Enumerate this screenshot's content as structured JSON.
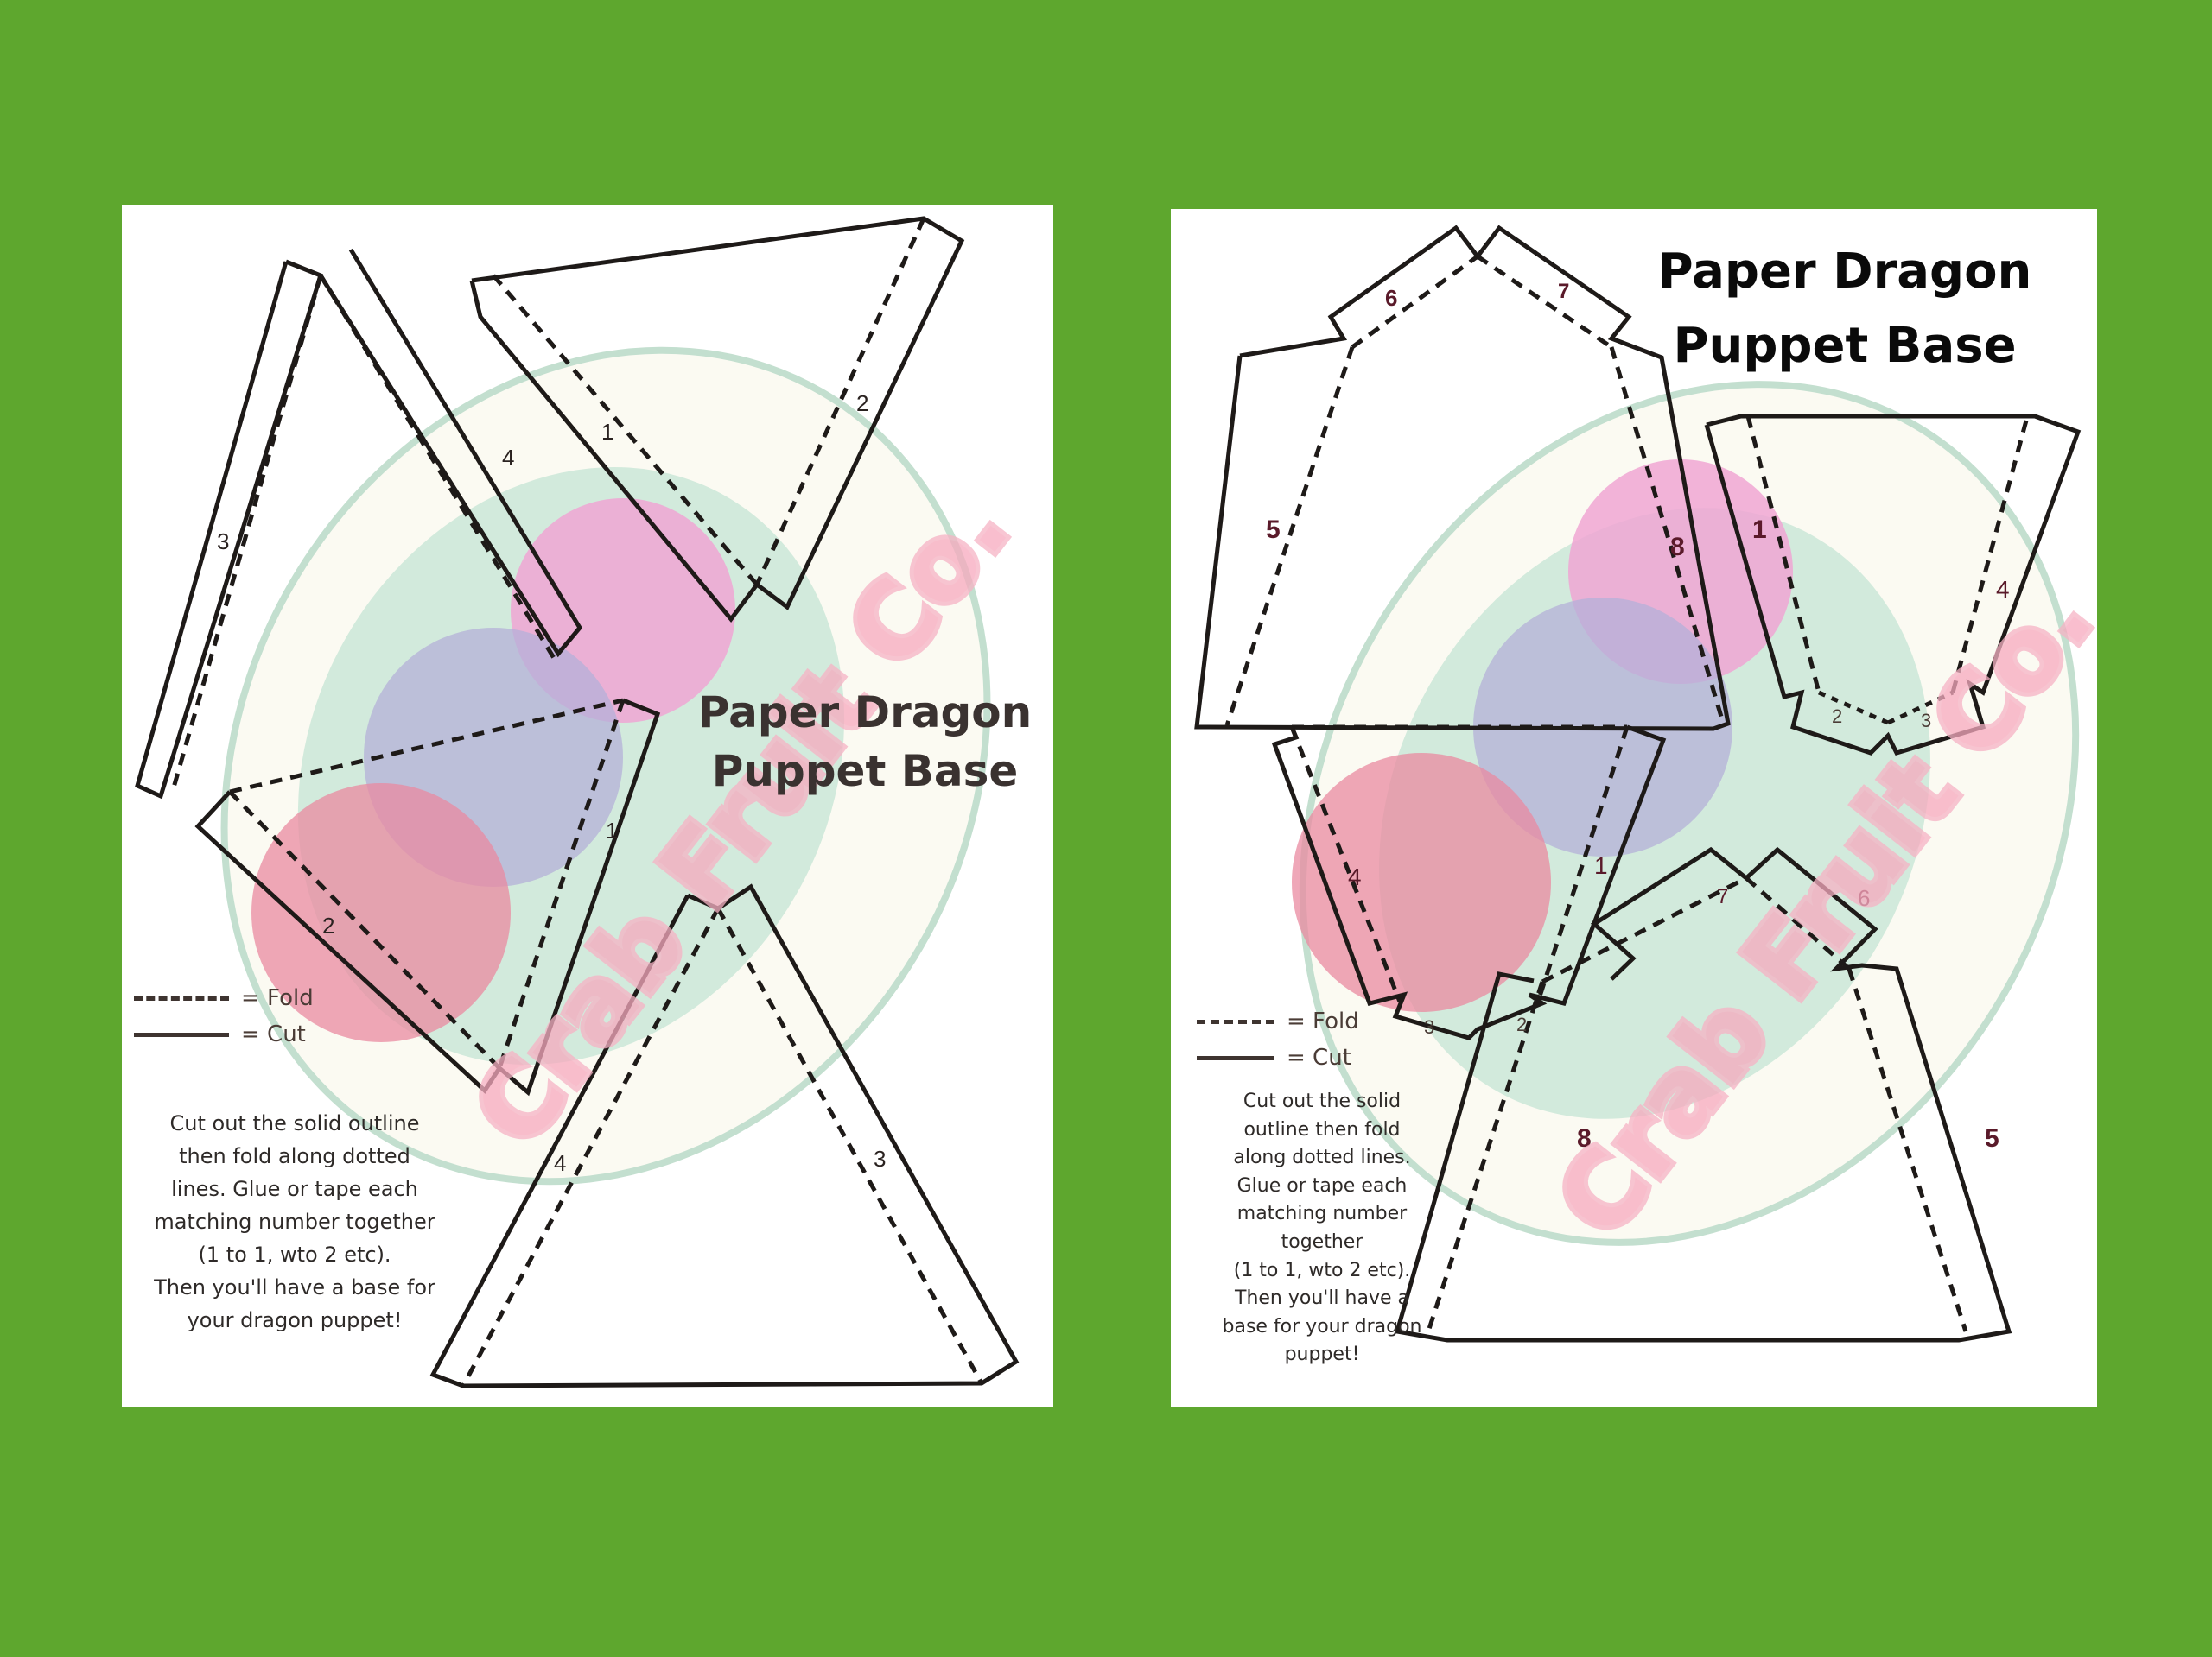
{
  "background_color": "#5ea72e",
  "pages": [
    {
      "id": "left",
      "title_line1": "Paper Dragon",
      "title_line2": "Puppet Base",
      "legend": {
        "fold": "= Fold",
        "cut": "= Cut"
      },
      "instructions": [
        "Cut out the solid outline",
        "then fold along dotted",
        "lines. Glue or tape each",
        "matching number together",
        "(1 to 1, wto 2 etc).",
        "Then you'll have a base for",
        "your dragon puppet!"
      ],
      "tab_numbers": [
        "1",
        "2",
        "3",
        "4",
        "1",
        "2",
        "3",
        "4"
      ],
      "watermark": "Crab Fruit Co."
    },
    {
      "id": "right",
      "title_line1": "Paper Dragon",
      "title_line2": "Puppet Base",
      "legend": {
        "fold": "= Fold",
        "cut": "= Cut"
      },
      "instructions": [
        "Cut out the solid",
        "outline then fold",
        "along dotted lines.",
        "Glue or tape each",
        "matching number",
        "together",
        "(1 to 1, wto 2 etc).",
        "Then you'll have a",
        "base for your dragon",
        "puppet!"
      ],
      "tab_numbers": [
        "5",
        "6",
        "7",
        "8",
        "1",
        "2",
        "3",
        "4",
        "1",
        "2",
        "3",
        "4",
        "5",
        "6",
        "7",
        "8"
      ],
      "watermark": "Crab Fruit Co."
    }
  ],
  "colors": {
    "line": "#1e1a18",
    "number": "#5a1a2a",
    "watermark": "#f4a7bd",
    "ring": "#b8d9c8"
  }
}
